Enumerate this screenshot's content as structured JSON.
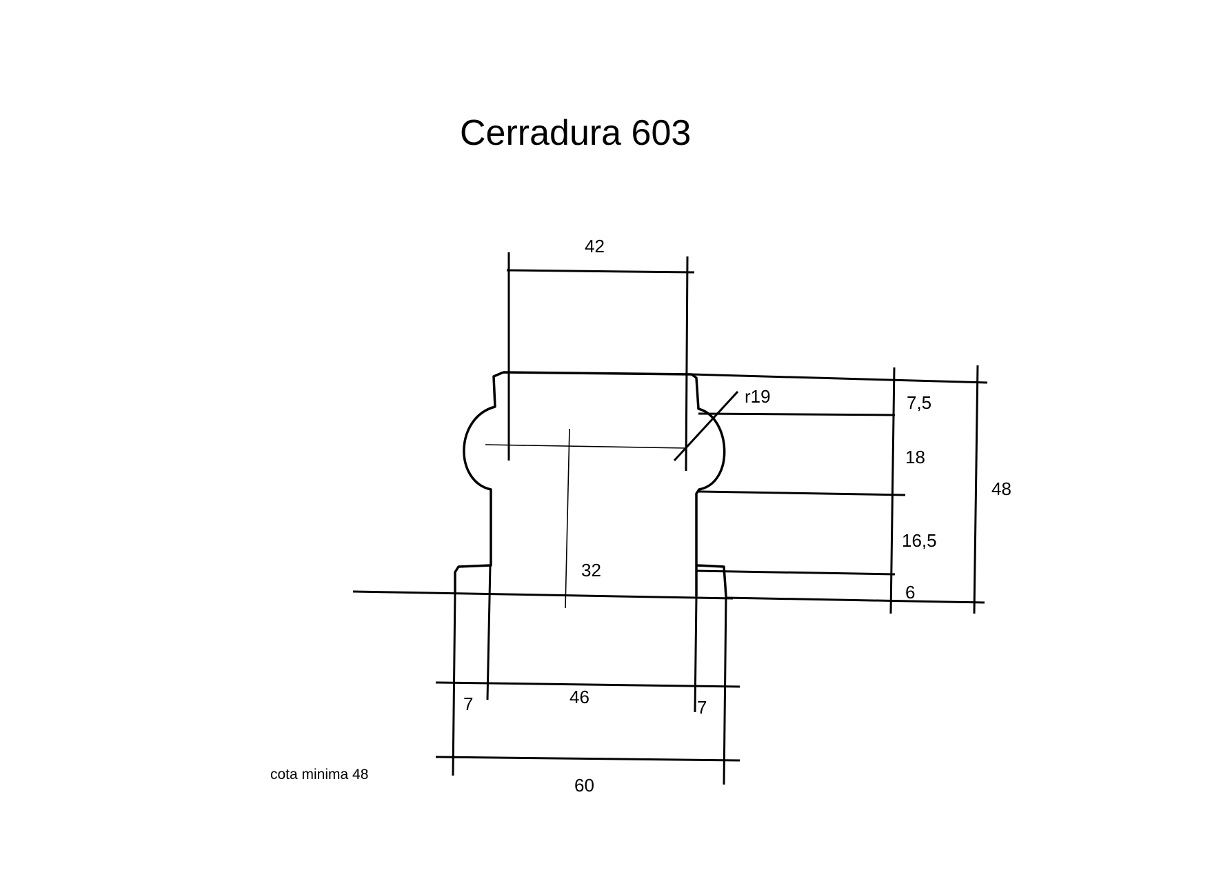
{
  "title": "Cerradura 603",
  "note": "cota minima 48",
  "dimensions": {
    "top_width": "42",
    "radius": "r19",
    "h1": "7,5",
    "h2": "18",
    "h3": "16,5",
    "h4": "6",
    "total_height": "48",
    "center_height": "32",
    "left_step": "7",
    "inner_width": "46",
    "right_step": "7",
    "total_width": "60"
  },
  "colors": {
    "ink": "#000000",
    "paper": "#ffffff"
  }
}
